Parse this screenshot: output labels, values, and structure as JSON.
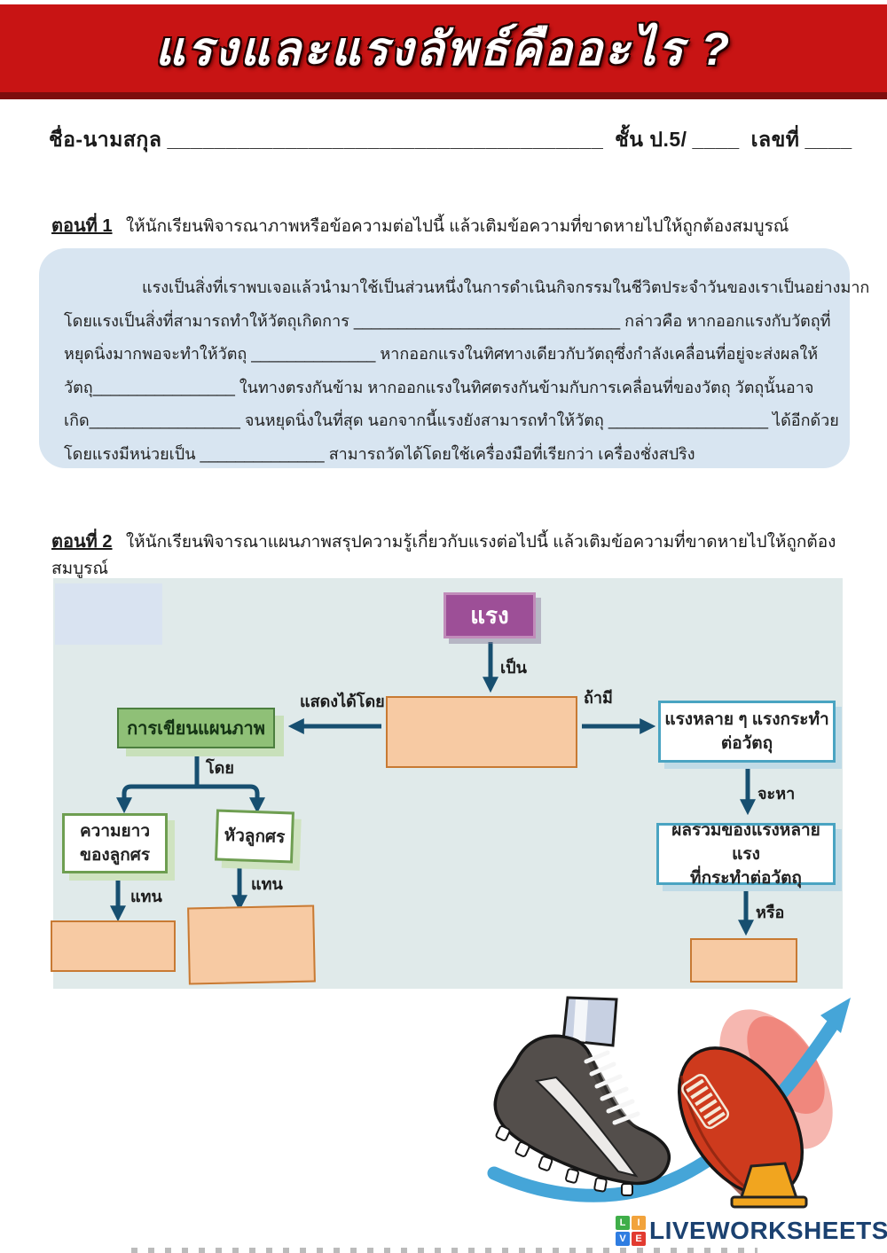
{
  "header": {
    "title": "แรงและแรงลัพธ์คืออะไร ?"
  },
  "student_info": {
    "name_label": "ชื่อ-นามสกุล",
    "name_blank": "_____________________________________",
    "class_label": "ชั้น ป.5/",
    "class_blank": "____",
    "number_label": "เลขที่",
    "number_blank": "____"
  },
  "part1": {
    "heading": "ตอนที่ 1",
    "instruction": "ให้นักเรียนพิจารณาภาพหรือข้อความต่อไปนี้ แล้วเติมข้อความที่ขาดหายไปให้ถูกต้องสมบูรณ์",
    "passage_lines": [
      "แรงเป็นสิ่งที่เราพบเจอแล้วนำมาใช้เป็นส่วนหนึ่งในการดำเนินกิจกรรมในชีวิตประจำวันของเราเป็นอย่างมาก",
      "โดยแรงเป็นสิ่งที่สามารถทำให้วัตถุเกิดการ ______________________________ กล่าวคือ หากออกแรงกับวัตถุที่",
      "หยุดนิ่งมากพอจะทำให้วัตถุ ______________ หากออกแรงในทิศทางเดียวกับวัตถุซึ่งกำลังเคลื่อนที่อยู่จะส่งผลให้",
      "วัตถุ________________ ในทางตรงกันข้าม หากออกแรงในทิศตรงกันข้ามกับการเคลื่อนที่ของวัตถุ วัตถุนั้นอาจ",
      "เกิด_________________ จนหยุดนิ่งในที่สุด นอกจากนี้แรงยังสามารถทำให้วัตถุ __________________ ได้อีกด้วย",
      "โดยแรงมีหน่วยเป็น ______________ สามารถวัดได้โดยใช้เครื่องมือที่เรียกว่า เครื่องชั่งสปริง"
    ]
  },
  "part2": {
    "heading": "ตอนที่ 2",
    "instruction": "ให้นักเรียนพิจารณาแผนภาพสรุปความรู้เกี่ยวกับแรงต่อไปนี้ แล้วเติมข้อความที่ขาดหายไปให้ถูกต้องสมบูรณ์"
  },
  "diagram": {
    "root_box": "แรง",
    "labels": {
      "become": "เป็น",
      "if_has": "ถ้ามี",
      "shown_by": "แสดงได้โดย",
      "by": "โดย",
      "represents_1": "แทน",
      "represents_2": "แทน",
      "find": "จะหา",
      "or": "หรือ"
    },
    "boxes": {
      "diagram_writing": "การเขียนแผนภาพ",
      "arrow_length_line1": "ความยาว",
      "arrow_length_line2": "ของลูกศร",
      "arrow_head": "หัวลูกศร",
      "many_forces_line1": "แรงหลาย ๆ แรงกระทำ",
      "many_forces_line2": "ต่อวัตถุ",
      "sum_forces_line1": "ผลรวมของแรงหลายแรง",
      "sum_forces_line2": "ที่กระทำต่อวัตถุ"
    }
  },
  "footer": {
    "brand": "LIVEWORKSHEETS",
    "squares": [
      "L",
      "I",
      "V",
      "E"
    ]
  },
  "colors": {
    "header_red": "#c81414",
    "header_red_dark": "#7d0d0d",
    "info_box_blue": "#d8e5f1",
    "diagram_bg": "#e0eaea",
    "answer_orange_fill": "#f7caa3",
    "answer_orange_border": "#c87a33",
    "root_purple": "#9d4f97",
    "green_box": "#8fc077",
    "green_border": "#6e9e51",
    "teal_border": "#4aa4c2",
    "arrow_navy": "#174f70",
    "kick_arrow_blue": "#45a5d8",
    "ball_red": "#ce3a1d",
    "tee_orange": "#f1a51f",
    "brand_navy": "#1b4170"
  }
}
